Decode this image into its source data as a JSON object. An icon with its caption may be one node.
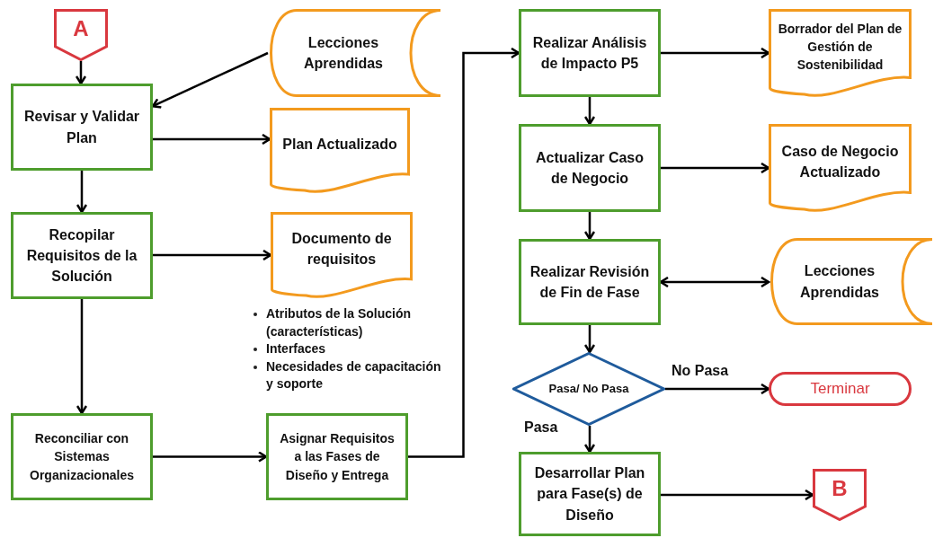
{
  "diagram": {
    "nodes": [
      {
        "text": [
          "A"
        ]
      },
      {
        "text": [
          "Lecciones Aprendidas"
        ]
      },
      {
        "text": [
          "Revisar y Validar Plan"
        ]
      },
      {
        "text": [
          "Plan Actualizado"
        ]
      },
      {
        "text": [
          "Recopilar Requisitos de la Solución"
        ]
      },
      {
        "text": [
          "Documento de requisitos"
        ],
        "beside": [
          "Atributos de la Solución (características)",
          "Interfaces",
          "Necesidades de capacitación y soporte"
        ]
      },
      {
        "text": [
          "Reconciliar con Sistemas Organizacionales"
        ]
      },
      {
        "text": [
          "Asignar Requisitos a las Fases de Diseño y Entrega"
        ]
      },
      {
        "text": [
          "Realizar Análisis de Impacto P5"
        ]
      },
      {
        "text": [
          "Borrador del Plan de Gestión de Sostenibilidad"
        ]
      },
      {
        "text": [
          "Actualizar Caso de Negocio"
        ]
      },
      {
        "text": [
          "Caso de Negocio Actualizado"
        ]
      },
      {
        "text": [
          "Realizar Revisión de Fin de Fase"
        ]
      },
      {
        "text": [
          "Lecciones Aprendidas"
        ]
      },
      {
        "text": [
          "Pasa/ No Pasa"
        ]
      },
      {
        "text": [
          "Terminar"
        ]
      },
      {
        "text": [
          "Desarrollar Plan para Fase(s) de Diseño"
        ]
      },
      {
        "text": [
          "B"
        ]
      }
    ],
    "edges": [
      {
        "from": 0,
        "to": 2,
        "arrow": "to"
      },
      {
        "from": 1,
        "to": 2,
        "arrow": "to"
      },
      {
        "from": 2,
        "to": 3,
        "arrow": "to"
      },
      {
        "from": 2,
        "to": 4,
        "arrow": "to"
      },
      {
        "from": 4,
        "to": 5,
        "arrow": "to"
      },
      {
        "from": 4,
        "to": 6,
        "arrow": "to"
      },
      {
        "from": 6,
        "to": 7,
        "arrow": "to"
      },
      {
        "from": 7,
        "to": 8,
        "arrow": "to"
      },
      {
        "from": 8,
        "to": 9,
        "arrow": "to"
      },
      {
        "from": 8,
        "to": 10,
        "arrow": "to"
      },
      {
        "from": 10,
        "to": 11,
        "arrow": "to"
      },
      {
        "from": 10,
        "to": 12,
        "arrow": "to"
      },
      {
        "from": 12,
        "to": 13,
        "arrow": "both"
      },
      {
        "from": 12,
        "to": 14,
        "arrow": "to"
      },
      {
        "from": 14,
        "to": 15,
        "arrow": "to",
        "label": "No Pasa"
      },
      {
        "from": 14,
        "to": 16,
        "arrow": "to",
        "label": "Pasa"
      },
      {
        "from": 16,
        "to": 17,
        "arrow": "to"
      }
    ]
  }
}
